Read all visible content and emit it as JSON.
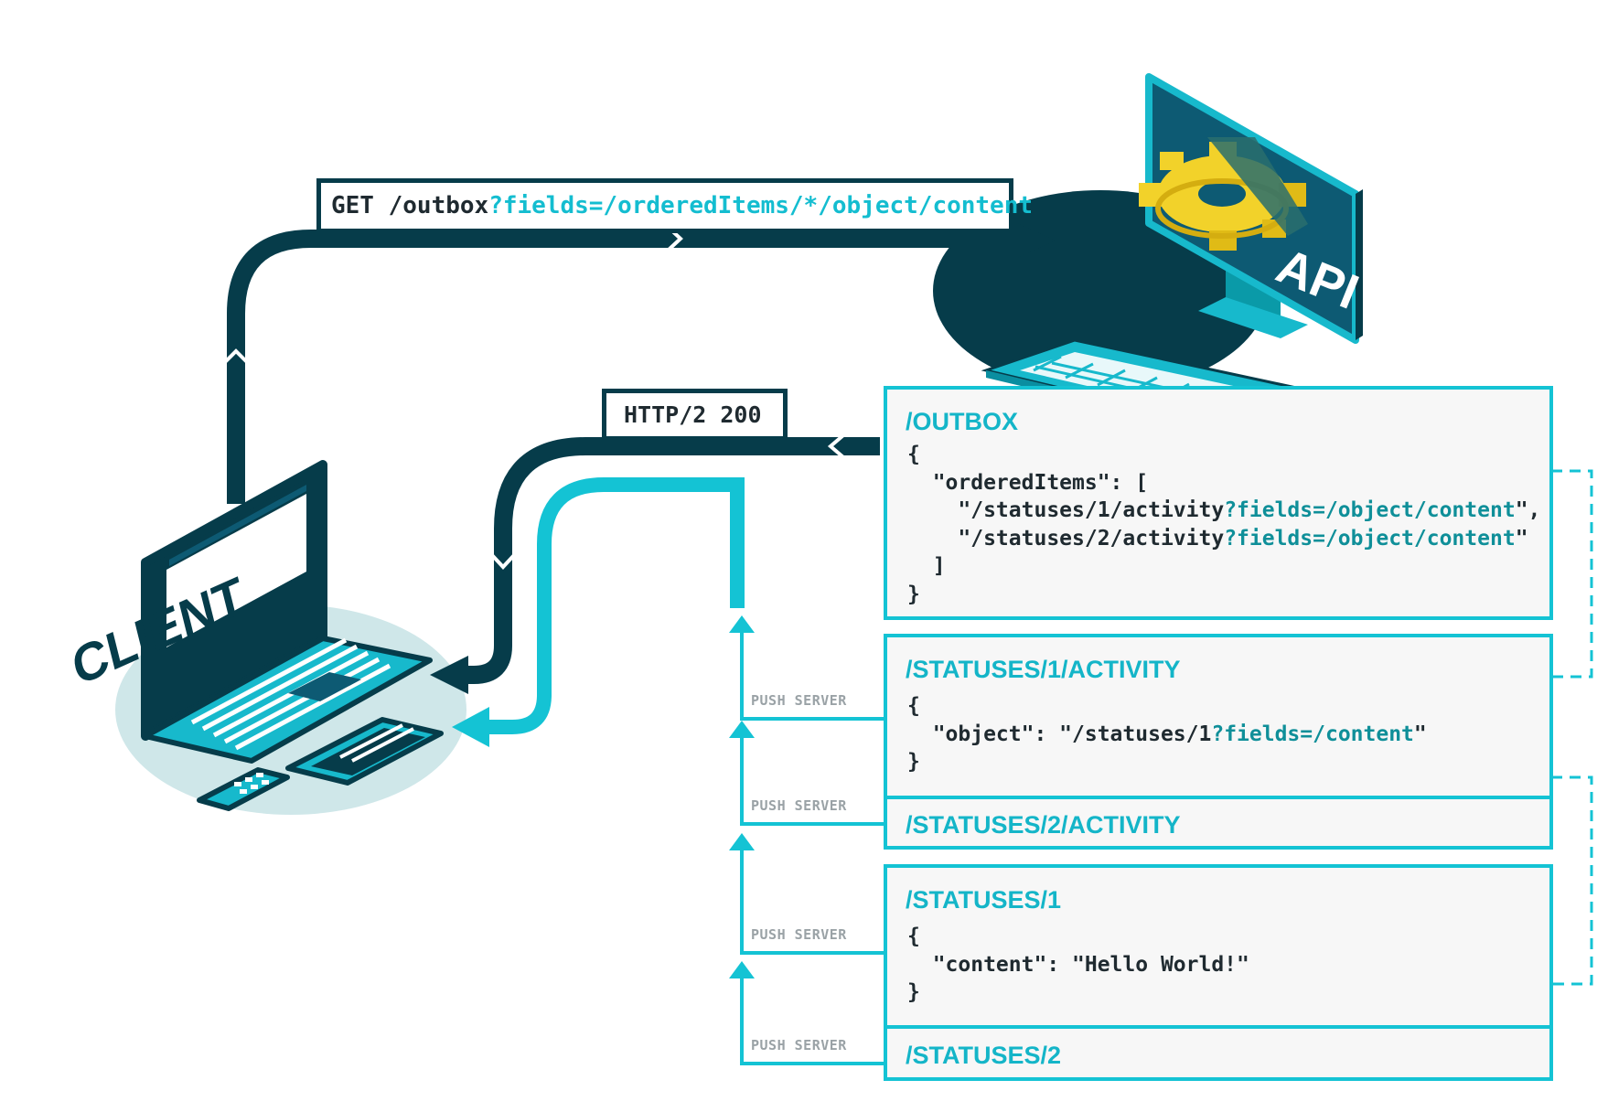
{
  "request": {
    "method_path": "GET /outbox",
    "query": "?fields=/orderedItems/*/object/content"
  },
  "response": {
    "status": "HTTP/2 200"
  },
  "client": {
    "label": "CLIENT"
  },
  "server": {
    "label": "API"
  },
  "push_label": "PUSH SERVER",
  "resources": {
    "outbox": {
      "title": "/OUTBOX",
      "l1": "{",
      "l2": "  \"orderedItems\": [",
      "l3a": "    \"/statuses/1/activity",
      "l3q": "?fields=/object/content",
      "l3b": "\",",
      "l4a": "    \"/statuses/2/activity",
      "l4q": "?fields=/object/content",
      "l4b": "\"",
      "l5": "  ]",
      "l6": "}"
    },
    "activity1": {
      "title": "/STATUSES/1/ACTIVITY",
      "l1": "{",
      "l2a": "  \"object\": \"/statuses/1",
      "l2q": "?fields=/content",
      "l2b": "\"",
      "l3": "}"
    },
    "activity2": {
      "title": "/STATUSES/2/ACTIVITY"
    },
    "status1": {
      "title": "/STATUSES/1",
      "l1": "{",
      "l2": "  \"content\": \"Hello World!\"",
      "l3": "}"
    },
    "status2": {
      "title": "/STATUSES/2"
    }
  },
  "colors": {
    "dark": "#063c4a",
    "accent": "#14c3d4",
    "gear": "#f2d22a",
    "screen": "#0d5a73",
    "keyboard": "#17b9cc"
  }
}
